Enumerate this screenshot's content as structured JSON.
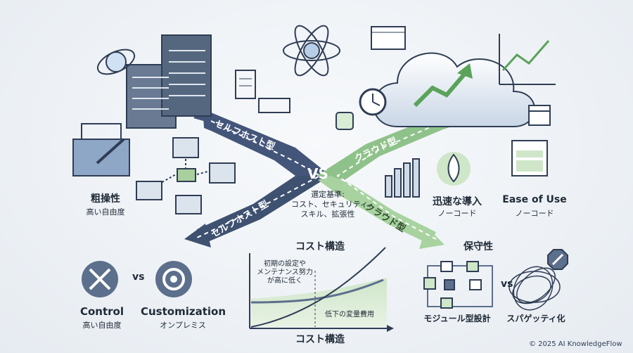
{
  "center": {
    "vs": "VS",
    "criteria_lines": [
      "選定基準:",
      "コスト、セキュリティ、",
      "スキル、拡張性"
    ]
  },
  "arrows": {
    "self_top": "セルフホスト型",
    "self_bottom": "セルフホスト型",
    "cloud_top": "クラウド型",
    "cloud_bottom": "クラウド型"
  },
  "left_panel": {
    "title": "粗操性",
    "subtitle": "高い自由度"
  },
  "right_panel": {
    "speed_title": "迅速な導入",
    "speed_sub": "ノーコード",
    "ease_title": "Ease of Use",
    "ease_sub": "ノーコード"
  },
  "bottom_left": {
    "control_title": "Control",
    "control_sub": "高い自由度",
    "vs": "vs",
    "custom_title": "Customization",
    "custom_sub": "オンプレミス"
  },
  "cost_chart": {
    "title_top": "コスト構造",
    "title_bottom": "コスト構造",
    "note_lines": [
      "初期の設定や",
      "メンテナンス努力",
      "が高に低く"
    ],
    "variable_label": "低下の変量費用"
  },
  "bottom_right": {
    "title": "保守性",
    "modular_label": "モジュール型設計",
    "vs": "vs",
    "spaghetti_label": "スパゲッティ化"
  },
  "footer": {
    "copyright": "© 2025 AI KnowledgeFlow"
  },
  "colors": {
    "navy": "#3f5170",
    "green": "#8fc28a",
    "slate": "#5c6f8c",
    "bg": "#eef2f6"
  }
}
